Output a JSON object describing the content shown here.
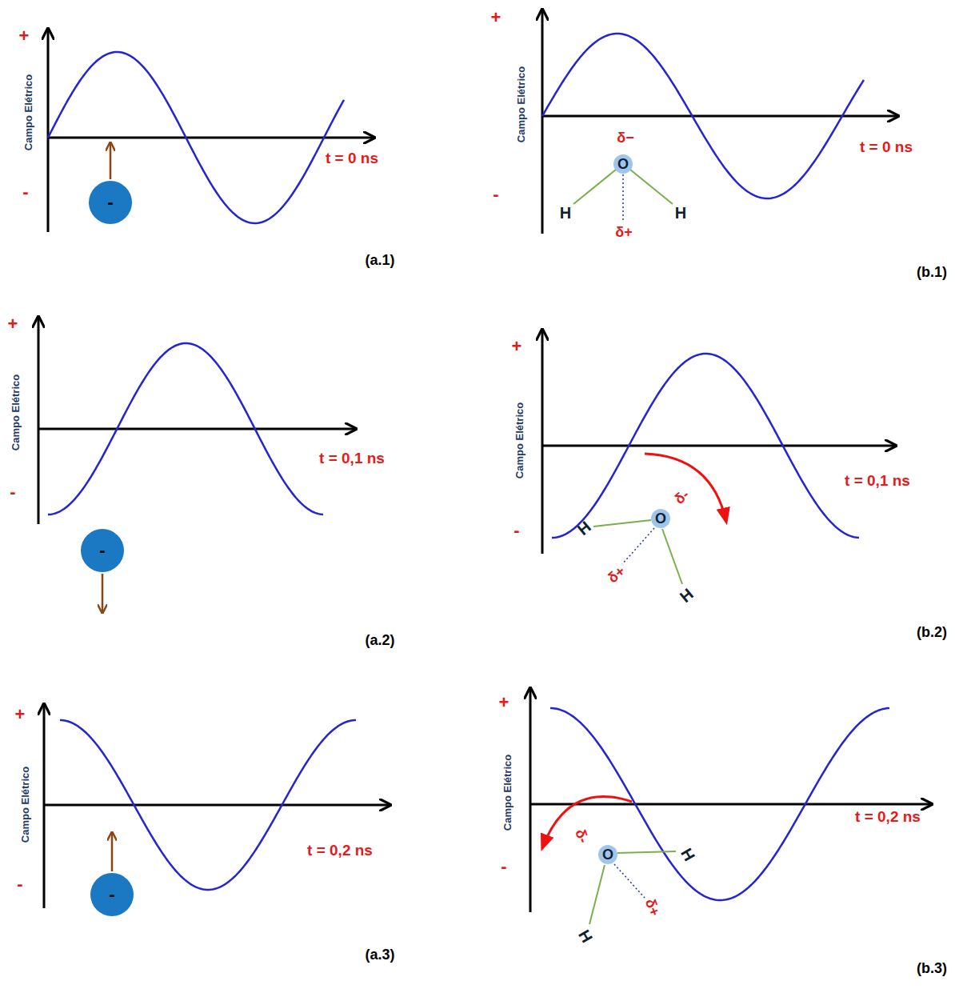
{
  "diagram": {
    "nodes": [
      {
        "text": [
          "-"
        ]
      },
      {
        "text": [
          "-"
        ]
      },
      {
        "text": [
          "-"
        ]
      }
    ],
    "labels": [
      "+",
      "-",
      "Campo Elétrico",
      "t = 0 ns",
      "(a.1)",
      "+",
      "-",
      "Campo Elétrico",
      "t = 0 ns",
      "(b.1)",
      "δ−",
      "O",
      "H",
      "H",
      "δ+",
      "+",
      "-",
      "Campo Elétrico",
      "t = 0,1 ns",
      "(a.2)",
      "+",
      "-",
      "Campo Elétrico",
      "t = 0,1 ns",
      "(b.2)",
      "δ-",
      "O",
      "H",
      "H",
      "δ+",
      "+",
      "-",
      "Campo Elétrico",
      "t = 0,2 ns",
      "(a.3)",
      "+",
      "-",
      "Campo Elétrico",
      "t = 0,2 ns",
      "(b.3)",
      "δ-",
      "O",
      "H",
      "H",
      "δ+"
    ]
  }
}
